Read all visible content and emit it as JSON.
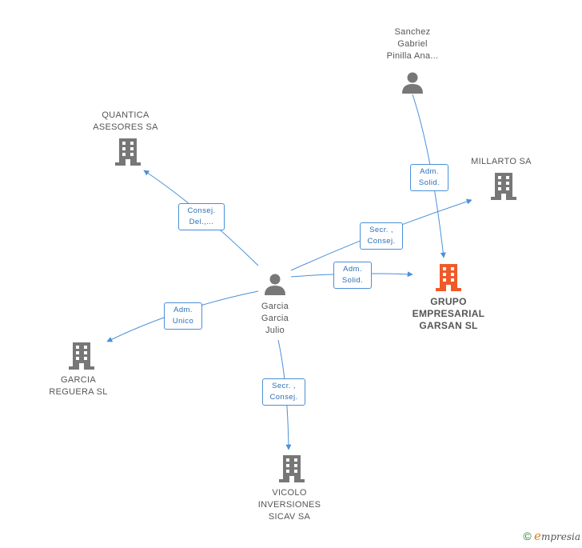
{
  "nodes": {
    "sanchez": {
      "lines": [
        "Sanchez",
        "Gabriel",
        "Pinilla Ana..."
      ],
      "kind": "person"
    },
    "quantica": {
      "lines": [
        "QUANTICA",
        "ASESORES SA"
      ],
      "kind": "company"
    },
    "millarto": {
      "lines": [
        "MILLARTO SA"
      ],
      "kind": "company"
    },
    "grupo": {
      "lines": [
        "GRUPO",
        "EMPRESARIAL",
        "GARSAN SL"
      ],
      "kind": "company-focus"
    },
    "garcia_julio": {
      "lines": [
        "Garcia",
        "Garcia",
        "Julio"
      ],
      "kind": "person"
    },
    "garcia_reguera": {
      "lines": [
        "GARCIA",
        "REGUERA SL"
      ],
      "kind": "company"
    },
    "vicolo": {
      "lines": [
        "VICOLO",
        "INVERSIONES",
        "SICAV SA"
      ],
      "kind": "company"
    }
  },
  "edges": {
    "sanchez_grupo": [
      "Adm.",
      "Solid."
    ],
    "julio_quantica": [
      "Consej.",
      "Del.,..."
    ],
    "julio_millarto": [
      "Secr. ,",
      "Consej."
    ],
    "julio_grupo": [
      "Adm.",
      "Solid."
    ],
    "julio_reguera": [
      "Adm.",
      "Unico"
    ],
    "julio_vicolo": [
      "Secr. ,",
      "Consej."
    ]
  },
  "colors": {
    "edge": "#4a90d9",
    "icon": "#777777",
    "focus_icon": "#f05a28"
  },
  "brand": {
    "copyright": "©",
    "initial": "e",
    "name": "mpresia"
  }
}
